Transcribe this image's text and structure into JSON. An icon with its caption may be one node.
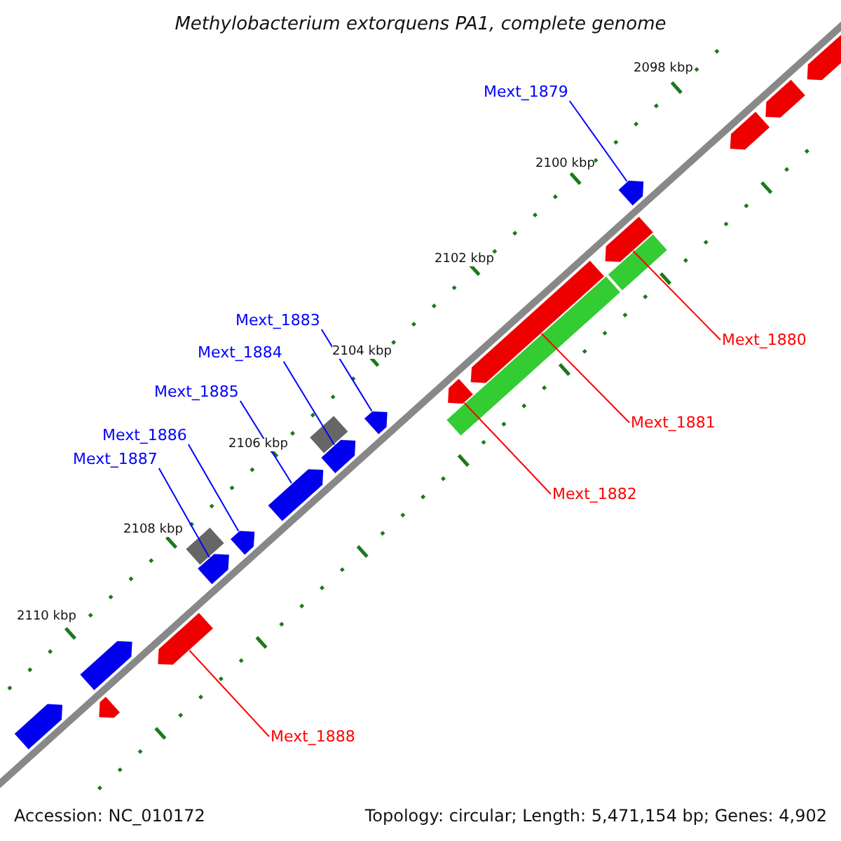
{
  "diagram": {
    "title": "Methylobacterium extorquens PA1, complete genome",
    "nodes": [
      {
        "text": [
          "Mext_1879"
        ]
      },
      {
        "text": [
          "Mext_1883"
        ]
      },
      {
        "text": [
          "Mext_1884"
        ]
      },
      {
        "text": [
          "Mext_1885"
        ]
      },
      {
        "text": [
          "Mext_1886"
        ]
      },
      {
        "text": [
          "Mext_1887"
        ]
      },
      {
        "text": [
          "Mext_1880"
        ]
      },
      {
        "text": [
          "Mext_1881"
        ]
      },
      {
        "text": [
          "Mext_1882"
        ]
      },
      {
        "text": [
          "Mext_1888"
        ]
      },
      {
        "text": [],
        "shape": "arrow"
      },
      {
        "text": [],
        "shape": "arrow"
      },
      {
        "text": [],
        "shape": "arrow"
      },
      {
        "text": [],
        "shape": "arrow"
      },
      {
        "text": [],
        "shape": "arrow"
      },
      {
        "text": [],
        "shape": "arrow"
      },
      {
        "text": [],
        "shape": "arrow"
      },
      {
        "text": [],
        "shape": "arrow"
      },
      {
        "text": [],
        "shape": "arrow"
      },
      {
        "text": [],
        "shape": "arrow"
      },
      {
        "text": [],
        "shape": "arrow"
      },
      {
        "text": [],
        "shape": "arrow"
      },
      {
        "text": [],
        "shape": "arrow"
      },
      {
        "text": [],
        "shape": "arrow"
      },
      {
        "text": [],
        "shape": "arrow"
      },
      {
        "text": [],
        "shape": "arrow"
      },
      {
        "text": [],
        "shape": "box"
      },
      {
        "text": [],
        "shape": "box"
      },
      {
        "text": [],
        "shape": "bar"
      },
      {
        "text": [],
        "shape": "bar"
      },
      {
        "text": [],
        "shape": "bar"
      }
    ],
    "edges": [
      {
        "from": 0,
        "to": 10,
        "arrow": "none",
        "color": "#0000ff"
      },
      {
        "from": 1,
        "to": 11,
        "arrow": "none",
        "color": "#0000ff"
      },
      {
        "from": 2,
        "to": 12,
        "arrow": "none",
        "color": "#0000ff"
      },
      {
        "from": 3,
        "to": 13,
        "arrow": "none",
        "color": "#0000ff"
      },
      {
        "from": 4,
        "to": 14,
        "arrow": "none",
        "color": "#0000ff"
      },
      {
        "from": 5,
        "to": 15,
        "arrow": "none",
        "color": "#0000ff"
      },
      {
        "from": 6,
        "to": 16,
        "arrow": "none",
        "color": "#ff0000"
      },
      {
        "from": 7,
        "to": 17,
        "arrow": "none",
        "color": "#ff0000"
      },
      {
        "from": 8,
        "to": 18,
        "arrow": "none",
        "color": "#ff0000"
      },
      {
        "from": 9,
        "to": 19,
        "arrow": "none",
        "color": "#ff0000"
      }
    ],
    "labels": [
      "2098 kbp",
      "2100 kbp",
      "2102 kbp",
      "2104 kbp",
      "2106 kbp",
      "2108 kbp",
      "2110 kbp",
      "Accession: NC_010172",
      "Topology: circular; Length: 5,471,154 bp; Genes: 4,902"
    ]
  }
}
